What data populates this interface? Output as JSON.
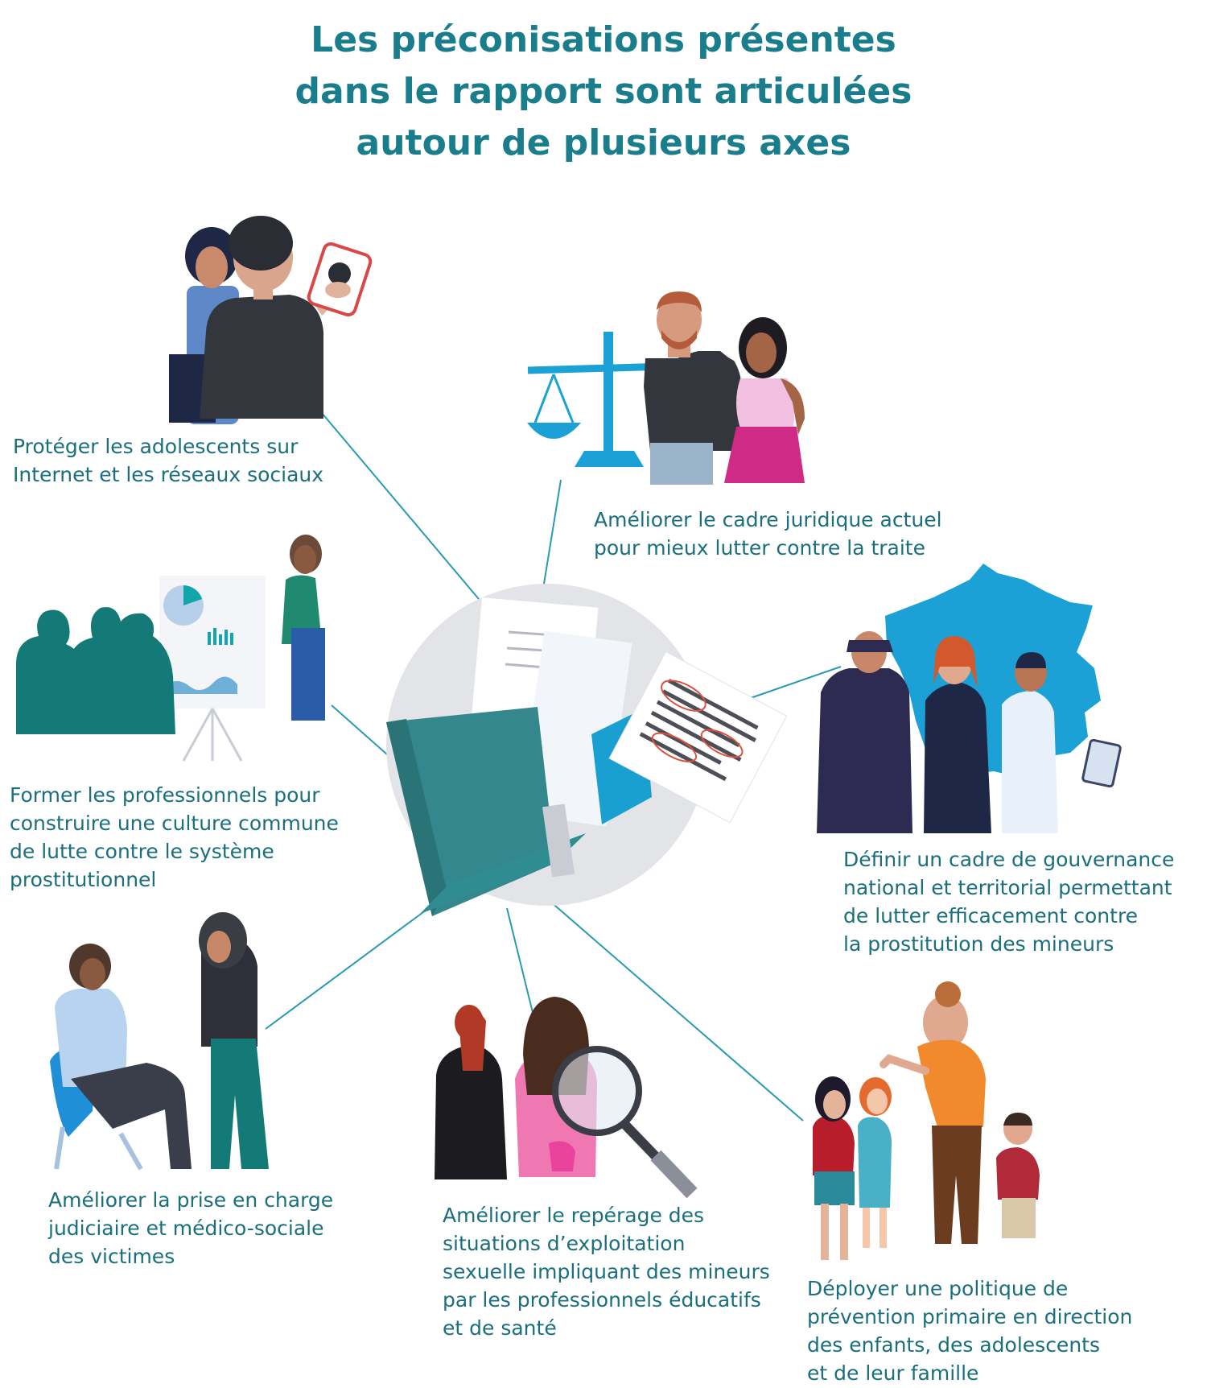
{
  "title": {
    "lines": [
      "Les préconisations présentes",
      "dans le rapport sont articulées",
      "autour de plusieurs axes"
    ]
  },
  "axes": [
    {
      "lines": [
        "Protéger les adolescents sur",
        "Internet et les réseaux sociaux"
      ]
    },
    {
      "lines": [
        "Améliorer le cadre juridique actuel",
        "pour mieux lutter contre la traite"
      ]
    },
    {
      "lines": [
        "Former les professionnels pour",
        "construire une culture commune",
        "de lutte contre le système",
        "prostitutionnel"
      ]
    },
    {
      "lines": [
        "Définir un cadre de gouvernance",
        "national et territorial permettant",
        "de lutter efficacement contre",
        "la prostitution des mineurs"
      ]
    },
    {
      "lines": [
        "Améliorer la prise en charge",
        "judiciaire et médico-sociale",
        "des victimes"
      ]
    },
    {
      "lines": [
        "Améliorer le repérage des",
        "situations d’exploitation",
        "sexuelle impliquant des mineurs",
        "par les professionnels éducatifs",
        "et de santé"
      ]
    },
    {
      "lines": [
        "Déployer une politique de",
        "prévention primaire en direction",
        "des enfants, des adolescents",
        "et de leur famille"
      ]
    }
  ],
  "colors": {
    "title": "#1a7d8c",
    "caption": "#1a6f7d",
    "connector": "#2a9ab3",
    "folder": "#2f8d91",
    "circle": "#e3e4e8",
    "blue": "#1ba1d6"
  },
  "icons": {
    "center": "report-folder-icon",
    "axe1": "teens-phone-icon",
    "axe2": "justice-scale-icon",
    "axe3": "training-presentation-icon",
    "axe4": "france-map-professionals-icon",
    "axe5": "counseling-victims-icon",
    "axe6": "magnifier-detection-icon",
    "axe7": "family-prevention-icon"
  }
}
